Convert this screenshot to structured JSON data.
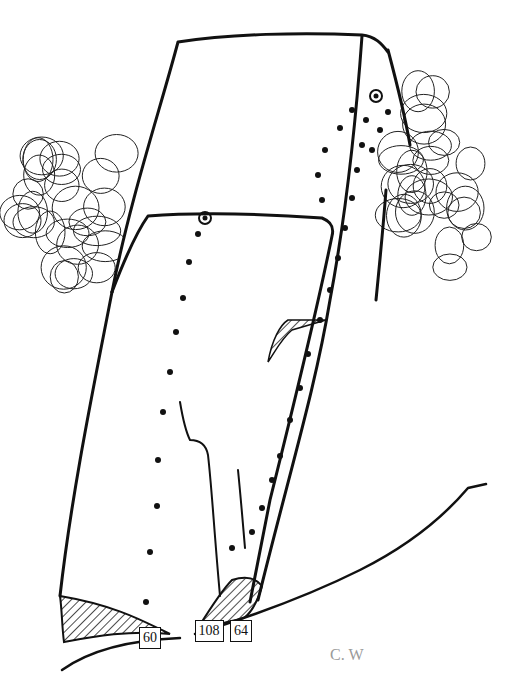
{
  "diagram": {
    "nodes": [
      {
        "text": [
          "60"
        ]
      },
      {
        "text": [
          "108"
        ]
      },
      {
        "text": [
          "64"
        ]
      }
    ],
    "labels": [
      "C. W"
    ]
  }
}
